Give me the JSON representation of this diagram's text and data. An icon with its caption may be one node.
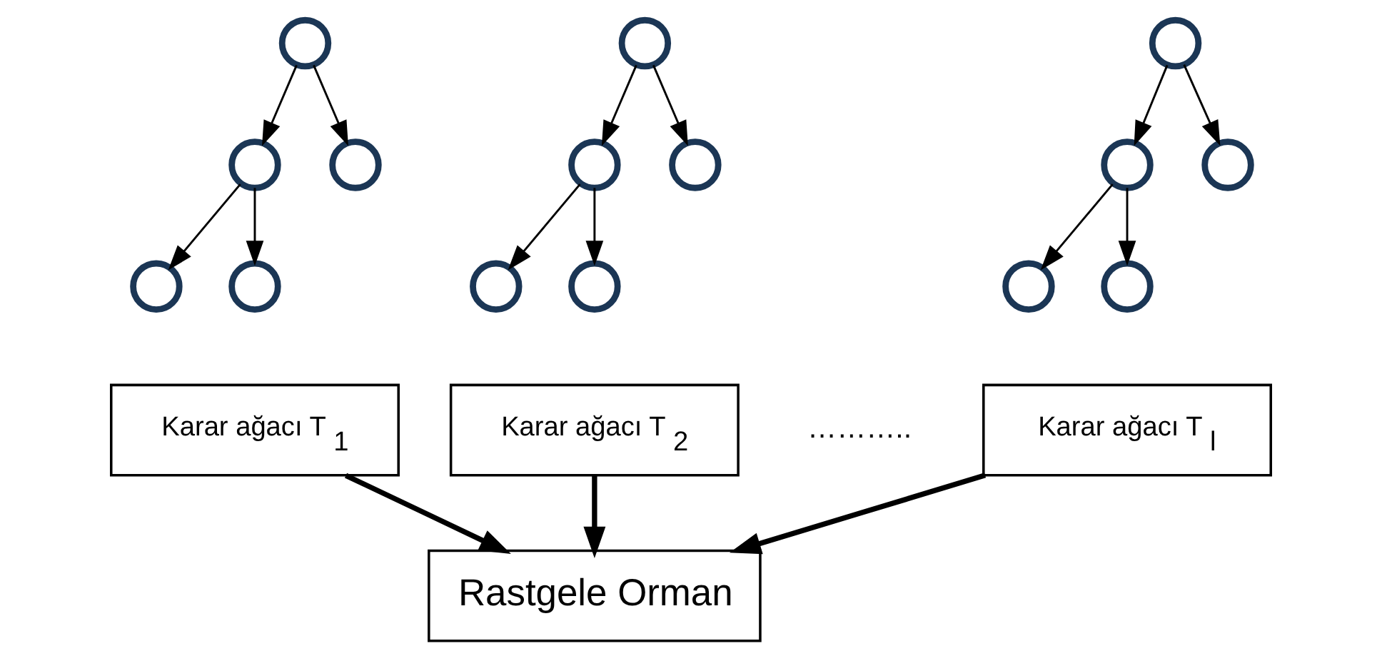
{
  "diagram": {
    "nodes": [
      {
        "text": [],
        "shape": "circle"
      },
      {
        "text": [],
        "shape": "circle"
      },
      {
        "text": [],
        "shape": "circle"
      },
      {
        "text": [],
        "shape": "circle"
      },
      {
        "text": [],
        "shape": "circle"
      },
      {
        "text": [],
        "shape": "circle"
      },
      {
        "text": [],
        "shape": "circle"
      },
      {
        "text": [],
        "shape": "circle"
      },
      {
        "text": [],
        "shape": "circle"
      },
      {
        "text": [],
        "shape": "circle"
      },
      {
        "text": [],
        "shape": "circle"
      },
      {
        "text": [],
        "shape": "circle"
      },
      {
        "text": [],
        "shape": "circle"
      },
      {
        "text": [],
        "shape": "circle"
      },
      {
        "text": [],
        "shape": "circle"
      },
      {
        "text": [
          "Karar ağacı T$_{1}$"
        ]
      },
      {
        "text": [
          "Karar ağacı T$_{2}$"
        ]
      },
      {
        "text": [
          "Karar ağacı T$_{l}$"
        ]
      },
      {
        "text": [
          "Rastgele Orman"
        ]
      }
    ],
    "edges": [
      {
        "from": 0,
        "to": 1,
        "arrow": "to"
      },
      {
        "from": 0,
        "to": 2,
        "arrow": "to"
      },
      {
        "from": 1,
        "to": 3,
        "arrow": "to"
      },
      {
        "from": 1,
        "to": 4,
        "arrow": "to"
      },
      {
        "from": 5,
        "to": 6,
        "arrow": "to"
      },
      {
        "from": 5,
        "to": 7,
        "arrow": "to"
      },
      {
        "from": 6,
        "to": 8,
        "arrow": "to"
      },
      {
        "from": 6,
        "to": 9,
        "arrow": "to"
      },
      {
        "from": 10,
        "to": 11,
        "arrow": "to"
      },
      {
        "from": 10,
        "to": 12,
        "arrow": "to"
      },
      {
        "from": 11,
        "to": 13,
        "arrow": "to"
      },
      {
        "from": 11,
        "to": 14,
        "arrow": "to"
      },
      {
        "from": 15,
        "to": 18,
        "arrow": "to",
        "style": "thick"
      },
      {
        "from": 16,
        "to": 18,
        "arrow": "to",
        "style": "thick"
      },
      {
        "from": 17,
        "to": 18,
        "arrow": "to",
        "style": "thick"
      }
    ],
    "labels": [
      "……….."
    ]
  }
}
